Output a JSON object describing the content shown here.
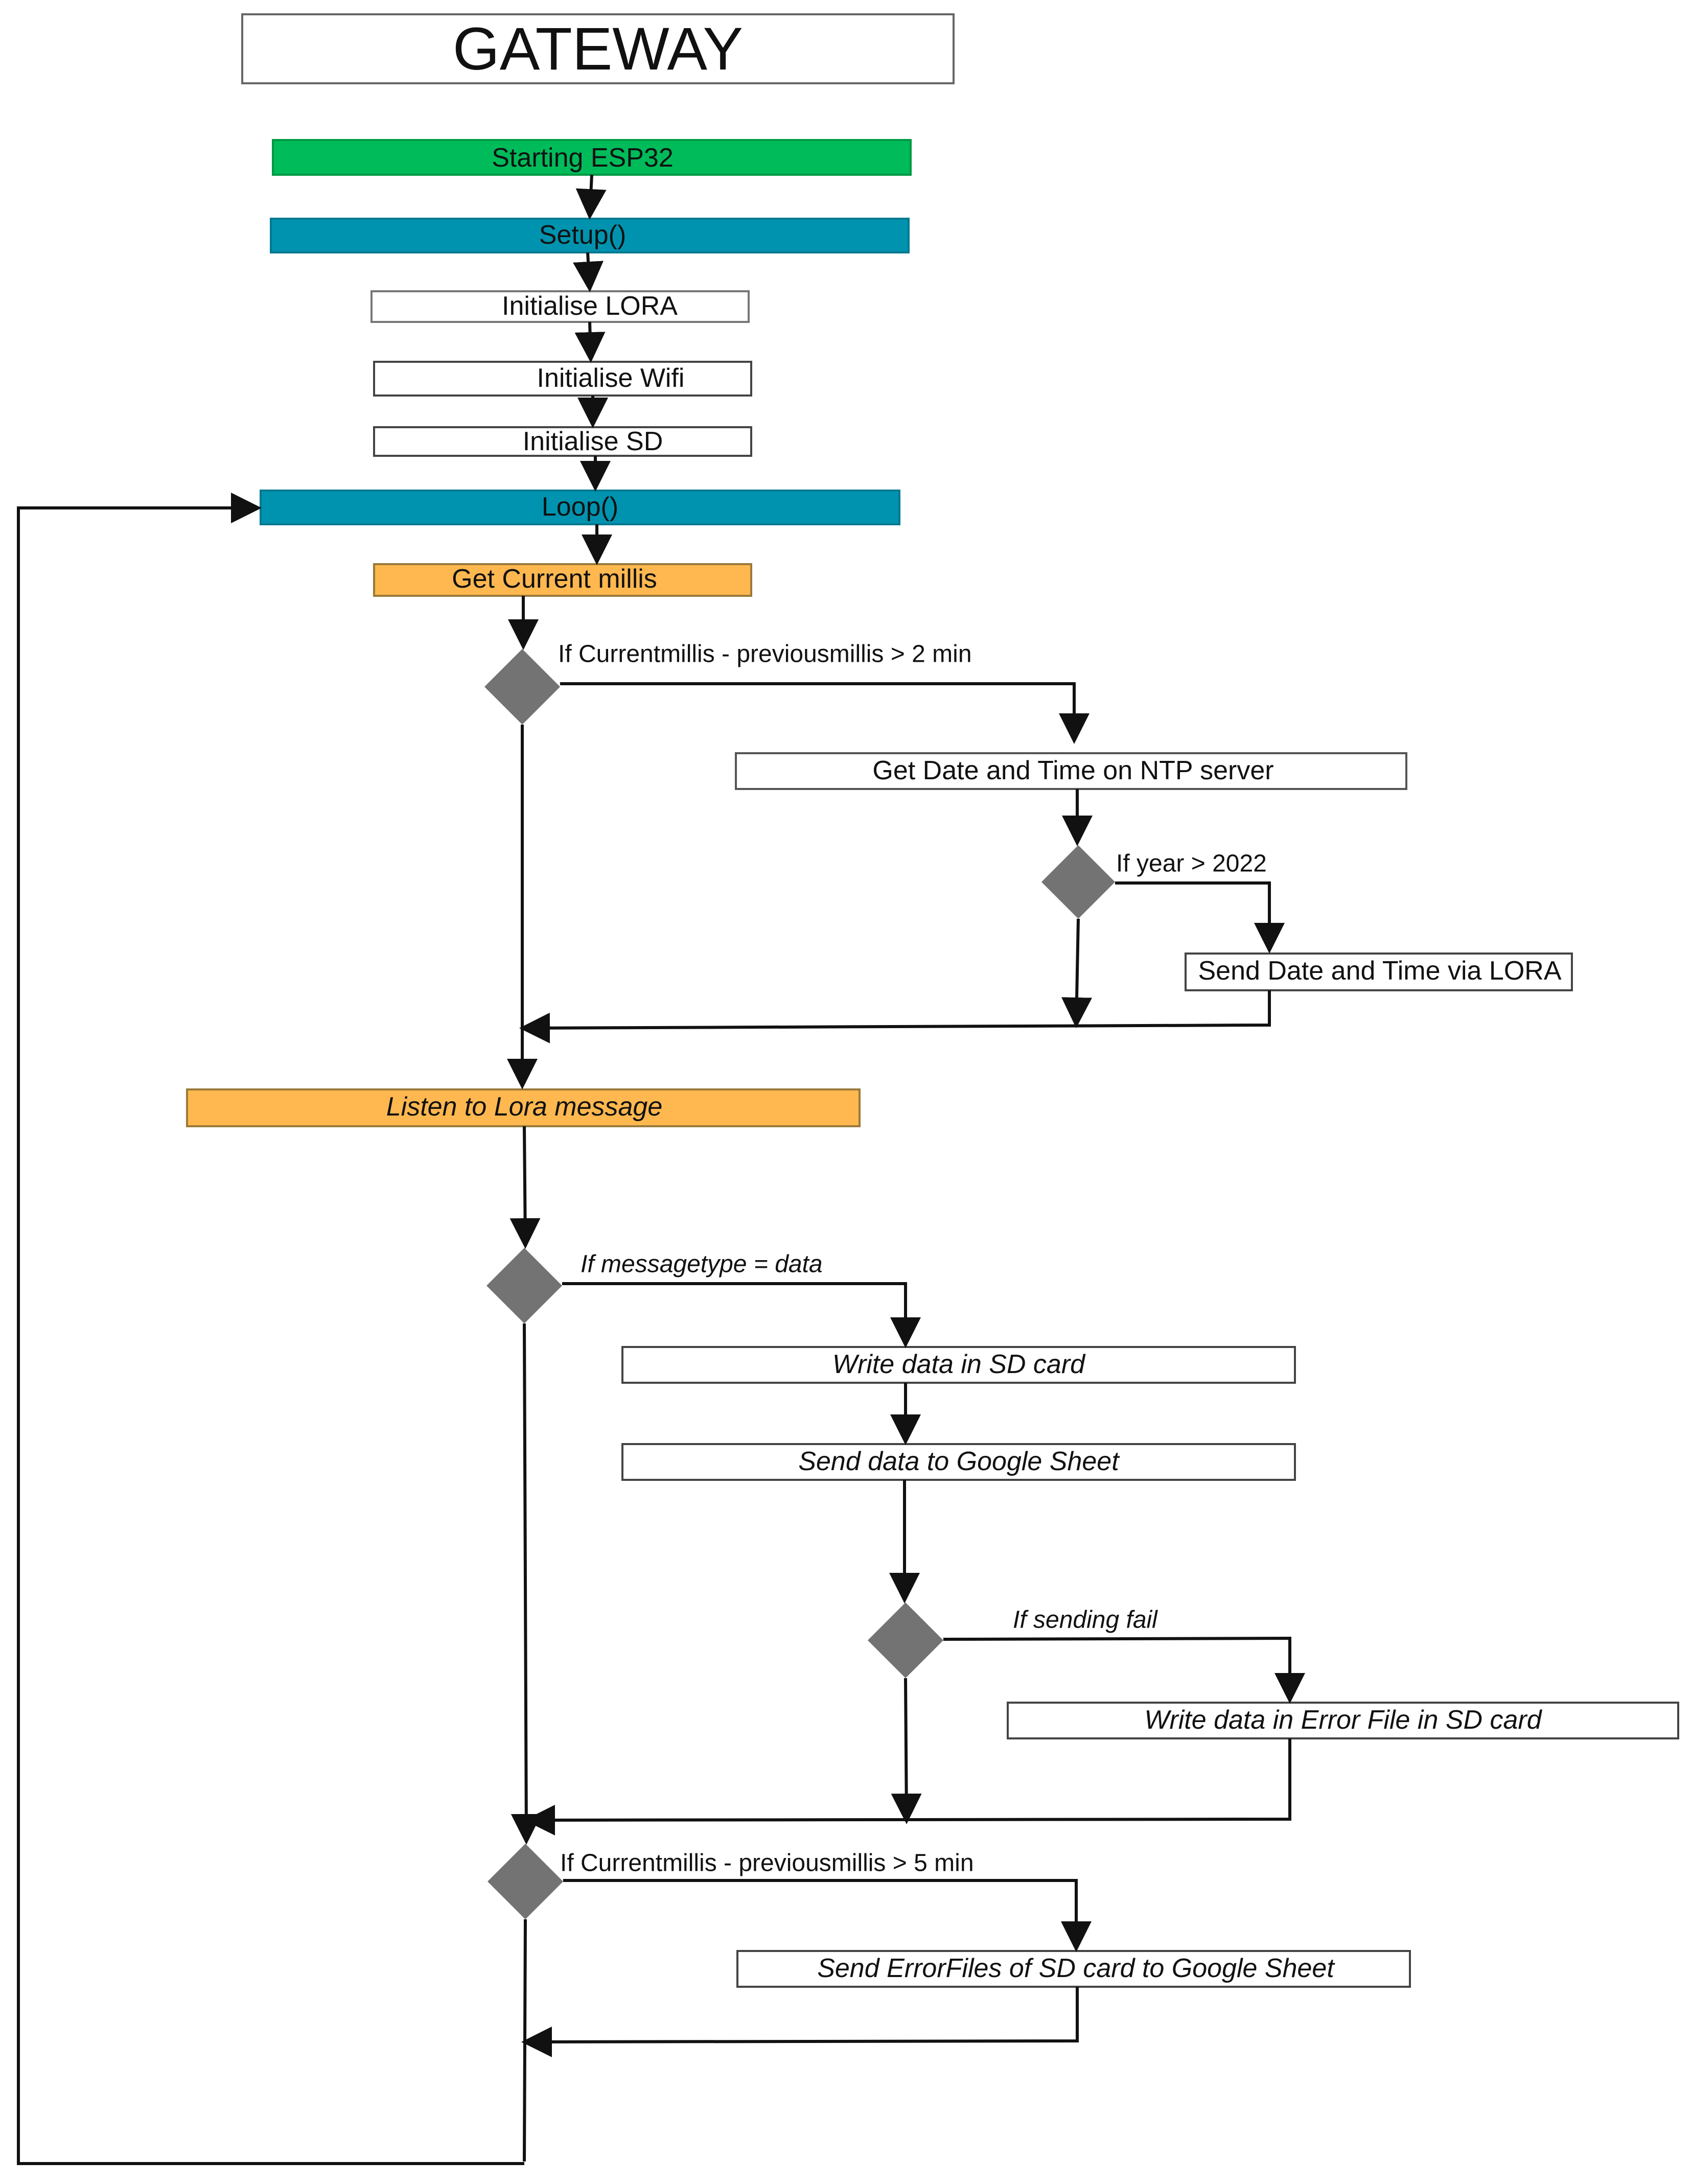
{
  "title": "GATEWAY",
  "colors": {
    "start": "#00BB5A",
    "section": "#0093AF",
    "action": "#FFB84F",
    "diamond": "#737373",
    "plain": "#FFFFFF",
    "line": "#111111"
  },
  "nodes": {
    "start": "Starting ESP32",
    "setup": "Setup()",
    "init_lora": "Initialise LORA",
    "init_wifi": "Initialise Wifi",
    "init_sd": "Initialise SD",
    "loop": "Loop()",
    "get_millis": "Get Current millis",
    "get_ntp": "Get Date and Time on NTP  server",
    "send_datetime": "Send Date and Time via LORA",
    "listen": "Listen to Lora message",
    "write_sd": "Write data in SD card",
    "send_sheet": "Send data to Google Sheet",
    "write_error": "Write data in Error File in SD card",
    "send_errors": "Send ErrorFiles of SD card to Google Sheet"
  },
  "conditions": {
    "millis_2min": "If Currentmillis - previousmillis > 2 min",
    "year": "If year > 2022",
    "message_type": "If  messagetype = data",
    "sending_fail": "If  sending fail",
    "millis_5min": "If Currentmillis - previousmillis > 5 min"
  }
}
